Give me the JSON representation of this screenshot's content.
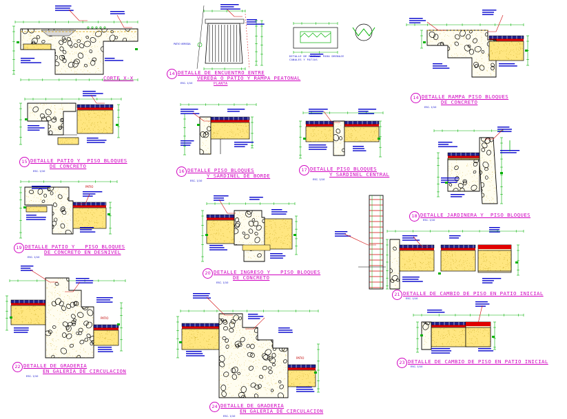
{
  "sheet": {
    "colors": {
      "title": "#d000c0",
      "dimension": "#00b000",
      "annotation": "#0000cc",
      "structure": "#000000",
      "fill_sand": "#ffe680",
      "membrane": "#e00000",
      "paver": "#20208a"
    },
    "details": [
      {
        "id": "corte-xx",
        "number": "",
        "title_line1": "CORTE X-X",
        "title_line2": "",
        "scale": "",
        "labels": []
      },
      {
        "id": "detail-14",
        "number": "14",
        "title_line1": "DETALLE DE ENCUENTRO ENTRE",
        "title_line2": "VEREDA O PATIO Y RAMPA PEATONAL",
        "title_line3": "PLANTA",
        "scale": "ESC. 1/10",
        "labels": [
          "PATIO VEREDA"
        ]
      },
      {
        "id": "detail-grilla",
        "number": "",
        "title_line1": "DETALLE DE REJILLA PARA DRENAJE",
        "title_line2": "CANALES Y PATIOS",
        "scale": "",
        "labels": []
      },
      {
        "id": "detail-14b",
        "number": "14",
        "title_line1": "DETALLE RAMPA PISO BLOQUES",
        "title_line2": "DE CONCRETO",
        "scale": "ESC. 1/10",
        "labels": []
      },
      {
        "id": "detail-15",
        "number": "15",
        "title_line1": "DETALLE PATIO Y  PISO BLOQUES",
        "title_line2": "DE CONCRETO",
        "scale": "ESC. 1/10",
        "labels": []
      },
      {
        "id": "detail-16",
        "number": "16",
        "title_line1": "DETALLE PISO BLOQUES",
        "title_line2": "Y SARDINEL DE BORDE",
        "scale": "ESC. 1/10",
        "labels": []
      },
      {
        "id": "detail-17",
        "number": "17",
        "title_line1": "DETALLE PISO BLOQUES",
        "title_line2": "Y SARDINEL CENTRAL",
        "scale": "ESC. 1/10",
        "labels": []
      },
      {
        "id": "detail-18",
        "number": "18",
        "title_line1": "DETALLE JARDINERA Y  PISO BLOQUES",
        "title_line2": "",
        "scale": "ESC. 1/10",
        "labels": []
      },
      {
        "id": "detail-19",
        "number": "19",
        "title_line1": "DETALLE PATIO Y   PISO BLOQUES",
        "title_line2": "DE CONCRETO EN DESNIVEL",
        "scale": "ESC. 1/10",
        "labels": [
          "PATIO"
        ]
      },
      {
        "id": "detail-20",
        "number": "20",
        "title_line1": "DETALLE INGRESO Y   PISO BLOQUES",
        "title_line2": "DE CONCRETO",
        "scale": "ESC. 1/10",
        "labels": []
      },
      {
        "id": "detail-21",
        "number": "21",
        "title_line1": "DETALLE DE CAMBIO DE PISO EN PATIO INICIAL",
        "title_line2": "",
        "scale": "ESC. 1/10",
        "labels": []
      },
      {
        "id": "detail-22",
        "number": "22",
        "title_line1": "DETALLE DE GRADERIA",
        "title_line2": "EN GALERIA DE CIRCULACION",
        "scale": "ESC. 1/10",
        "labels": [
          "PATIO"
        ]
      },
      {
        "id": "detail-23",
        "number": "23",
        "title_line1": "DETALLE DE CAMBIO DE PISO EN PATIO INICIAL",
        "title_line2": "",
        "scale": "ESC. 1/10",
        "labels": []
      },
      {
        "id": "detail-24",
        "number": "24",
        "title_line1": "DETALLE DE GRADERIA",
        "title_line2": "EN GALERIA DE CIRCULACION",
        "scale": "ESC. 1/10",
        "labels": [
          "PATIO"
        ]
      }
    ]
  }
}
